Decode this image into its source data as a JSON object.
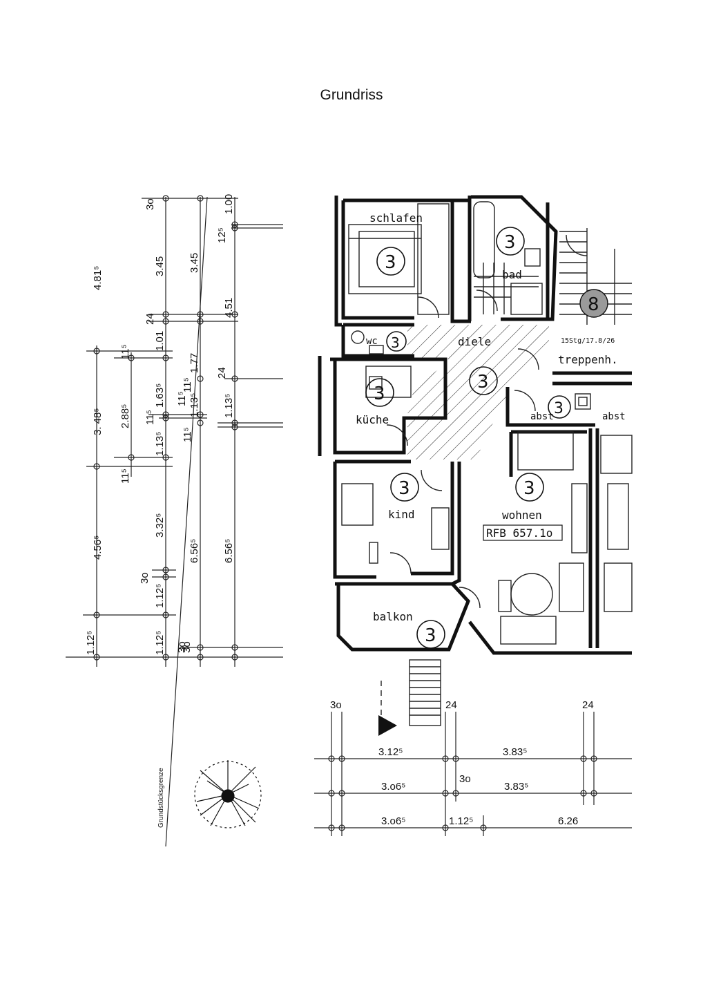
{
  "title": "Grundriss",
  "rooms": {
    "schlafen": "schlafen",
    "bad": "bad",
    "wc": "wc",
    "diele": "diele",
    "kueche": "küche",
    "kind": "kind",
    "wohnen": "wohnen",
    "balkon": "balkon",
    "treppenh": "treppenh.",
    "abst1": "abst",
    "abst2": "abst"
  },
  "room_number": "3",
  "stair_number": "8",
  "stair_note": "15Stg/17.8/26",
  "rfb_label": "RFB 657.1o",
  "boundary_label": "Grundstücksgrenze",
  "dims_left": {
    "c1": [
      "4.81⁵",
      "3. 48⁵",
      "11⁵",
      "4.56⁵",
      "1.12⁵"
    ],
    "c2": [
      "11⁵",
      "2.88⁵",
      "11⁵",
      "3o",
      "1.12⁵"
    ],
    "c3": [
      "3o",
      "3.45",
      "24",
      "1.01",
      "1.63⁵",
      "11⁵",
      "1.13⁵",
      "3.32⁵",
      "3o",
      "1.12⁵"
    ],
    "c4": [
      "3.45",
      "1.77",
      "11⁵",
      "1.13⁵",
      "11⁵",
      "6.56⁵",
      "3o"
    ],
    "c5": [
      "1.00",
      "12⁵",
      "4.51",
      "24",
      "1.13⁵",
      "6.56⁵"
    ]
  },
  "dims_bottom": {
    "top": [
      "3o",
      "24",
      "24"
    ],
    "r1": [
      "3.12⁵",
      "3.83⁵"
    ],
    "r2": [
      "3.o6⁵",
      "3o",
      "3.83⁵"
    ],
    "r3": [
      "3.o6⁵",
      "1.12⁵",
      "6.26"
    ]
  }
}
